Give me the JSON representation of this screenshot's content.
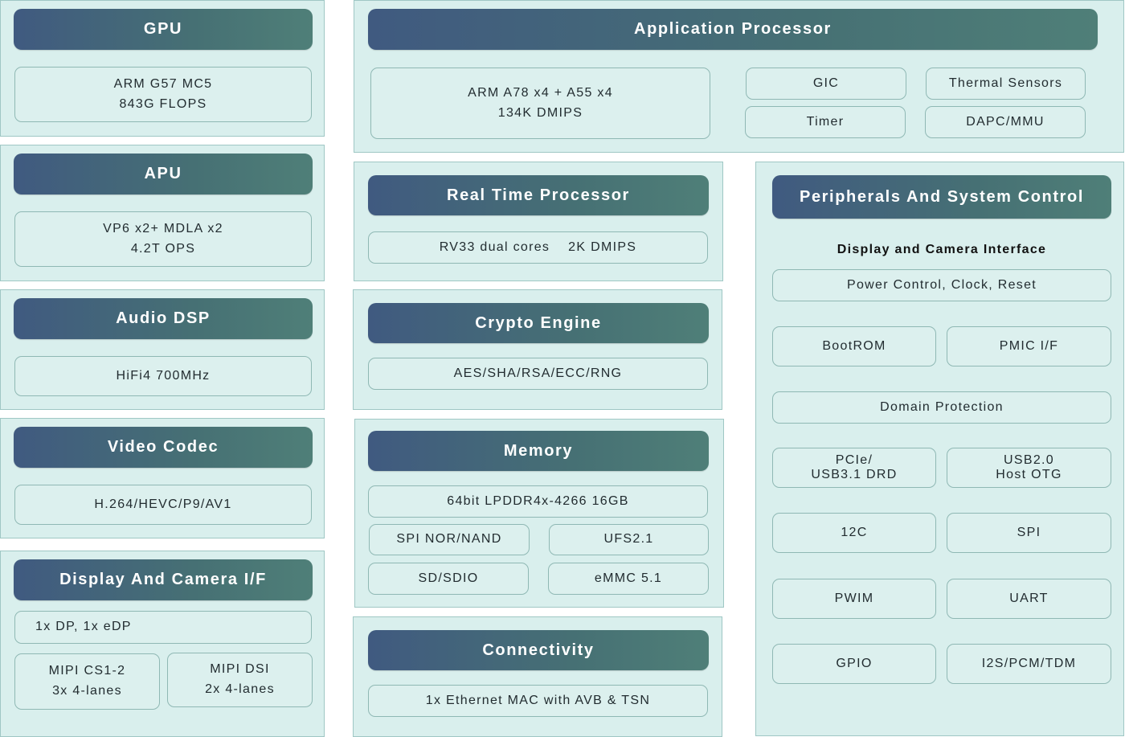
{
  "gpu": {
    "title": "GPU",
    "line1": "ARM G57 MC5",
    "line2": "843G FLOPS"
  },
  "apu": {
    "title": "APU",
    "line1": "VP6 x2+ MDLA x2",
    "line2": "4.2T OPS"
  },
  "audio_dsp": {
    "title": "Audio DSP",
    "line1": "HiFi4 700MHz"
  },
  "video_codec": {
    "title": "Video Codec",
    "line1": "H.264/HEVC/P9/AV1"
  },
  "display_camera": {
    "title": "Display And Camera I/F",
    "dp": "1x DP, 1x eDP",
    "csi_line1": "MIPI CS1-2",
    "csi_line2": "3x 4-lanes",
    "dsi_line1": "MIPI DSI",
    "dsi_line2": "2x 4-lanes"
  },
  "application_processor": {
    "title": "Application Processor",
    "cpu_line1": "ARM A78 x4 + A55 x4",
    "cpu_line2": "134K DMIPS",
    "gic": "GIC",
    "thermal": "Thermal Sensors",
    "timer": "Timer",
    "dapc": "DAPC/MMU"
  },
  "real_time_processor": {
    "title": "Real Time Processor",
    "line1": "RV33 dual cores    2K DMIPS"
  },
  "crypto_engine": {
    "title": "Crypto Engine",
    "line1": "AES/SHA/RSA/ECC/RNG"
  },
  "memory": {
    "title": "Memory",
    "lpddr": "64bit LPDDR4x-4266 16GB",
    "spi_nor": "SPI NOR/NAND",
    "ufs": "UFS2.1",
    "sd": "SD/SDIO",
    "emmc": "eMMC 5.1"
  },
  "connectivity": {
    "title": "Connectivity",
    "line1": "1x Ethernet MAC with AVB & TSN"
  },
  "peripherals": {
    "title": "Peripherals And System Control",
    "subtitle": "Display and Camera Interface",
    "power": "Power Control, Clock, Reset",
    "bootrom": "BootROM",
    "pmic": "PMIC I/F",
    "domain": "Domain Protection",
    "pcie_line1": "PCIe/",
    "pcie_line2": "USB3.1 DRD",
    "usb_line1": "USB2.0",
    "usb_line2": "Host OTG",
    "i2c": "12C",
    "spi": "SPI",
    "pwm": "PWIM",
    "uart": "UART",
    "gpio": "GPIO",
    "i2s": "I2S/PCM/TDM"
  }
}
